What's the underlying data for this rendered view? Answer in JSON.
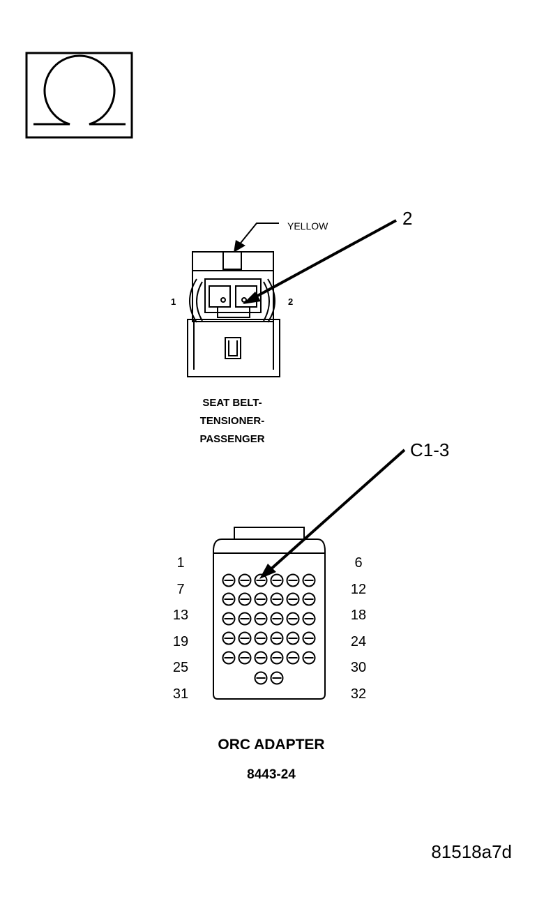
{
  "seat_belt_connector": {
    "color_label": "YELLOW",
    "callout": "2",
    "pin_left": "1",
    "pin_right": "2",
    "title_lines": [
      "SEAT BELT-",
      "TENSIONER-",
      "PASSENGER"
    ]
  },
  "orc_adapter": {
    "callout": "C1-3",
    "left_labels": [
      "1",
      "7",
      "13",
      "19",
      "25",
      "31"
    ],
    "right_labels": [
      "6",
      "12",
      "18",
      "24",
      "30",
      "32"
    ],
    "title": "ORC ADAPTER",
    "part_number": "8443-24"
  },
  "figure_id": "81518a7d",
  "icon": "ohmmeter-omega-icon"
}
